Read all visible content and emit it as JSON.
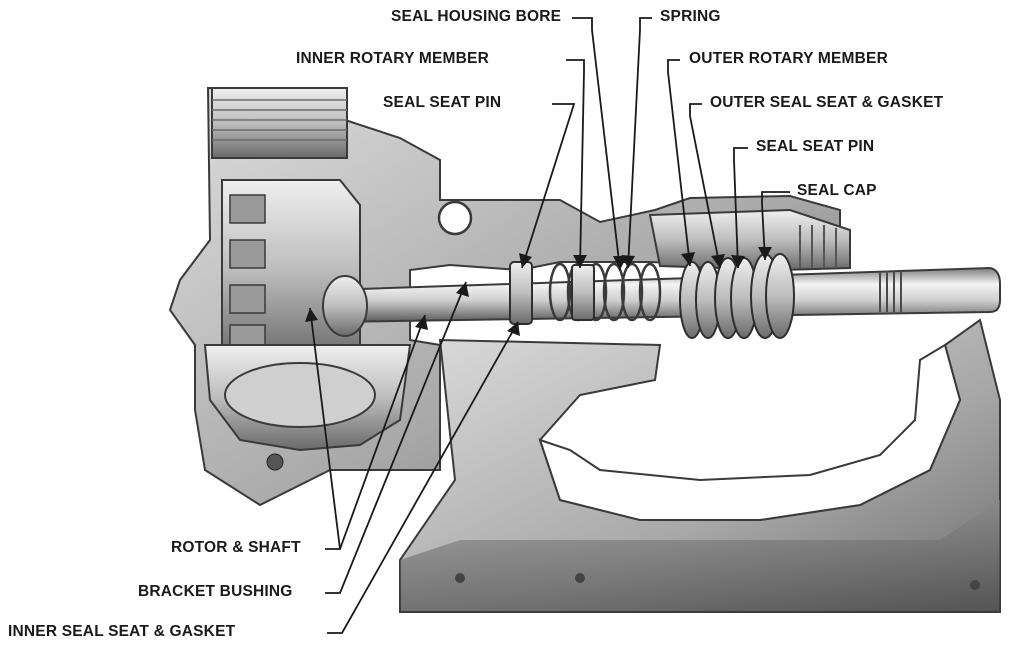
{
  "colors": {
    "ink": "#1a1a1a",
    "metal_light": "#d9d9d9",
    "metal_mid": "#a9a9a9",
    "metal_dark": "#5e5e5e",
    "background": "#ffffff"
  },
  "labels": {
    "seal_housing_bore": "SEAL HOUSING BORE",
    "spring": "SPRING",
    "inner_rotary_member": "INNER ROTARY MEMBER",
    "outer_rotary_member": "OUTER ROTARY MEMBER",
    "seal_seat_pin_left": "SEAL SEAT PIN",
    "outer_seal_seat_gasket": "OUTER SEAL SEAT & GASKET",
    "seal_seat_pin_right": "SEAL SEAT PIN",
    "seal_cap": "SEAL CAP",
    "rotor_shaft": "ROTOR & SHAFT",
    "bracket_bushing": "BRACKET BUSHING",
    "inner_seal_seat_gasket": "INNER SEAL SEAT & GASKET"
  }
}
